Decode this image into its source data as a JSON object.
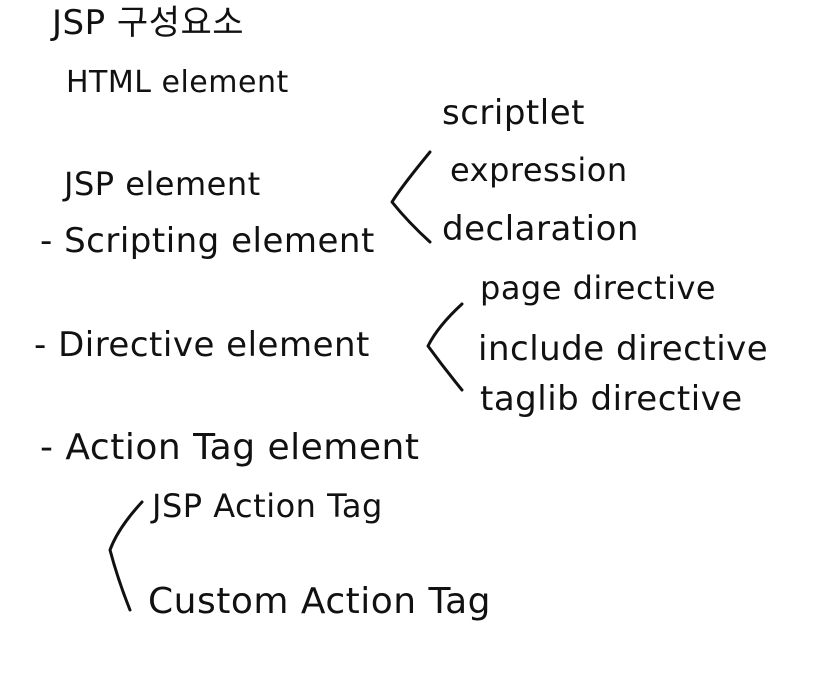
{
  "notes": {
    "title": "JSP 구성요소",
    "html_element": "HTML element",
    "jsp_element": "JSP element",
    "scripting_element": "- Scripting element",
    "directive_element": "- Directive element",
    "action_tag_element": "- Action Tag element",
    "scripting_items": [
      "scriptlet",
      "expression",
      "declaration"
    ],
    "directive_items": [
      "page directive",
      "include directive",
      "taglib directive"
    ],
    "action_items": [
      "JSP Action Tag",
      "Custom Action Tag"
    ]
  },
  "colors": {
    "ink": "#111111",
    "paper": "#ffffff"
  }
}
